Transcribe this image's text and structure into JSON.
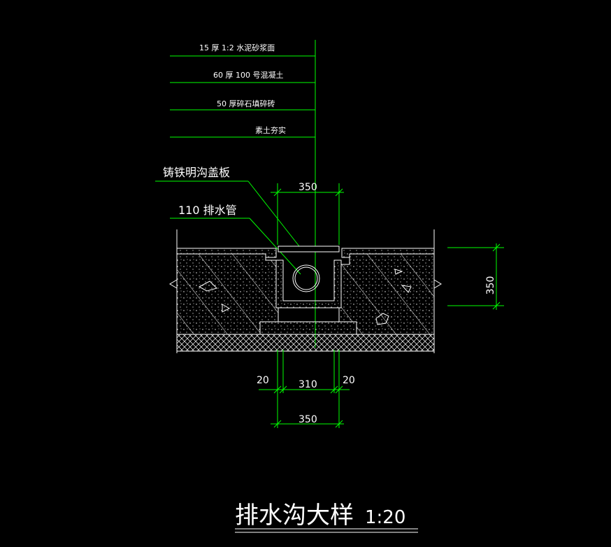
{
  "layers": [
    {
      "text": "15  厚 1:2  水泥砂浆面"
    },
    {
      "text": "60  厚 100  号混凝土"
    },
    {
      "text": "50  厚碎石填碎砖"
    },
    {
      "text": "素土夯实"
    }
  ],
  "labels": {
    "cover": "铸铁明沟盖板",
    "pipe": "110 排水管"
  },
  "dims": {
    "top_width": "350",
    "right_height": "350",
    "left_edge": "20",
    "inner_width": "310",
    "right_edge": "20",
    "bottom_width": "350"
  },
  "title": {
    "name": "排水沟大样",
    "scale": "1:20"
  },
  "colors": {
    "background": "#000000",
    "leader": "#00ff00",
    "outline": "#ffffff"
  }
}
